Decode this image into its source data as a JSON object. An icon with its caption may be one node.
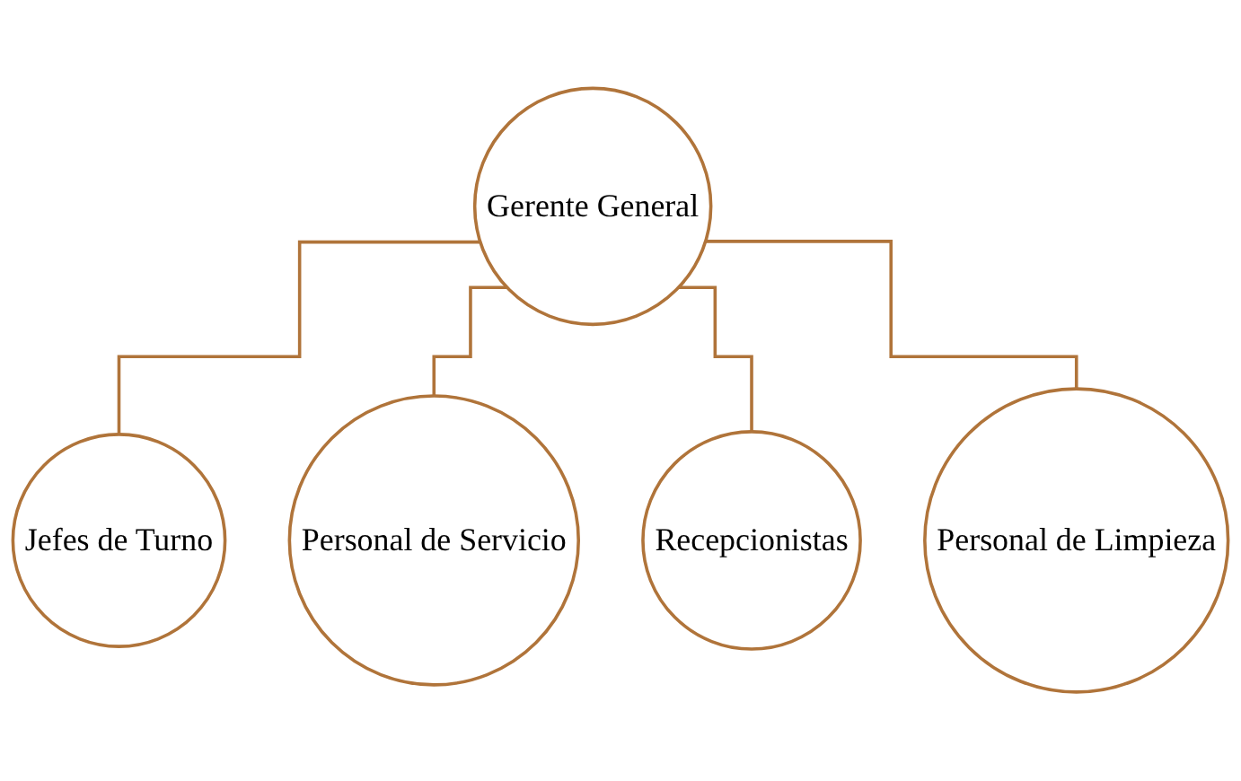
{
  "diagram": {
    "nodes": [
      {
        "text": [
          "Gerente General"
        ]
      },
      {
        "text": [
          "Jefes de Turno"
        ]
      },
      {
        "text": [
          "Personal de Servicio"
        ]
      },
      {
        "text": [
          "Recepcionistas"
        ]
      },
      {
        "text": [
          "Personal de Limpieza"
        ]
      }
    ],
    "edges": [
      {
        "from": 0,
        "to": 1,
        "arrow": "none"
      },
      {
        "from": 0,
        "to": 2,
        "arrow": "none"
      },
      {
        "from": 0,
        "to": 3,
        "arrow": "none"
      },
      {
        "from": 0,
        "to": 4,
        "arrow": "none"
      }
    ]
  }
}
